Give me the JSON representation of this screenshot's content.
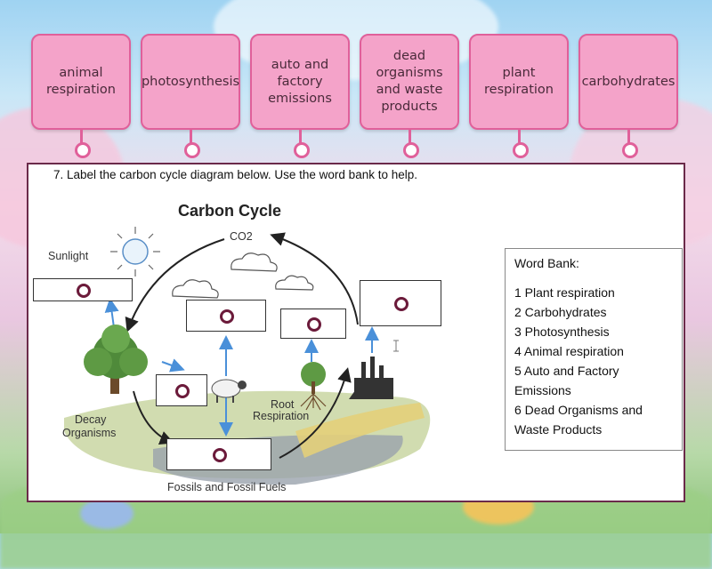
{
  "cards": [
    {
      "label": "animal respiration"
    },
    {
      "label": "photosynthesis"
    },
    {
      "label": "auto and factory emissions"
    },
    {
      "label": "dead organisms and waste products"
    },
    {
      "label": "plant respiration"
    },
    {
      "label": "carbohydrates"
    }
  ],
  "worksheet": {
    "instruction": "7. Label the carbon cycle diagram below. Use the word bank to help.",
    "diagram_title": "Carbon Cycle",
    "labels": {
      "co2": "CO2",
      "sunlight": "Sunlight",
      "decay_line1": "Decay",
      "decay_line2": "Organisms",
      "root_line1": "Root",
      "root_line2": "Respiration",
      "fossils": "Fossils and Fossil Fuels"
    },
    "word_bank": {
      "title": "Word Bank:",
      "items": [
        "1 Plant respiration",
        "2 Carbohydrates",
        "3 Photosynthesis",
        "4 Animal respiration",
        "5 Auto and Factory",
        "Emissions",
        "6 Dead Organisms and",
        "Waste Products"
      ]
    }
  },
  "colors": {
    "card_fill": "#f4a3c9",
    "card_border": "#e0609a",
    "panel_border": "#6b2a4a",
    "arrow_blue": "#4a90d9"
  }
}
